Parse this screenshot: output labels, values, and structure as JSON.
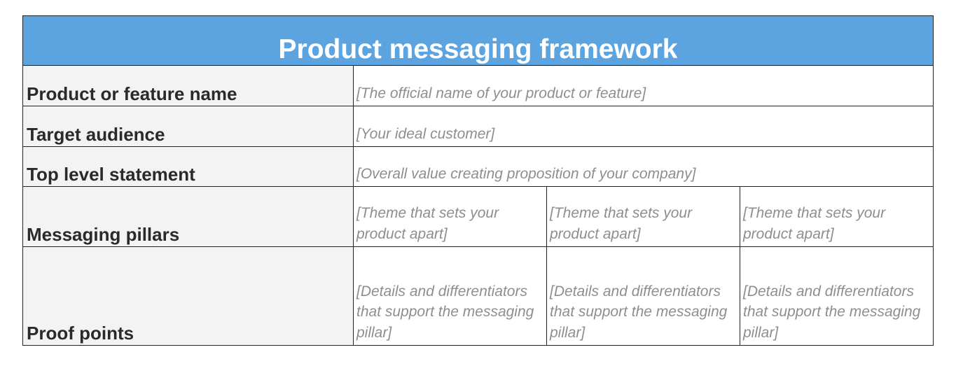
{
  "title": "Product messaging framework",
  "colors": {
    "header_bg": "#5ba4e0",
    "label_bg": "#f3f3f3",
    "placeholder_text": "#8e8e8e"
  },
  "rows": [
    {
      "label": "Product or feature name",
      "value": "[The official name of your product or feature]"
    },
    {
      "label": "Target audience",
      "value": "[Your ideal customer]"
    },
    {
      "label": "Top level statement",
      "value": "[Overall value creating proposition of your company]"
    }
  ],
  "pillars": {
    "label": "Messaging pillars",
    "values": [
      "[Theme that sets your product apart]",
      "[Theme that sets your product apart]",
      "[Theme that sets your product apart]"
    ]
  },
  "proof_points": {
    "label": "Proof points",
    "values": [
      "[Details and differentiators that support the messaging pillar]",
      "[Details and differentiators that support the messaging pillar]",
      "[Details and differentiators that support the messaging pillar]"
    ]
  }
}
